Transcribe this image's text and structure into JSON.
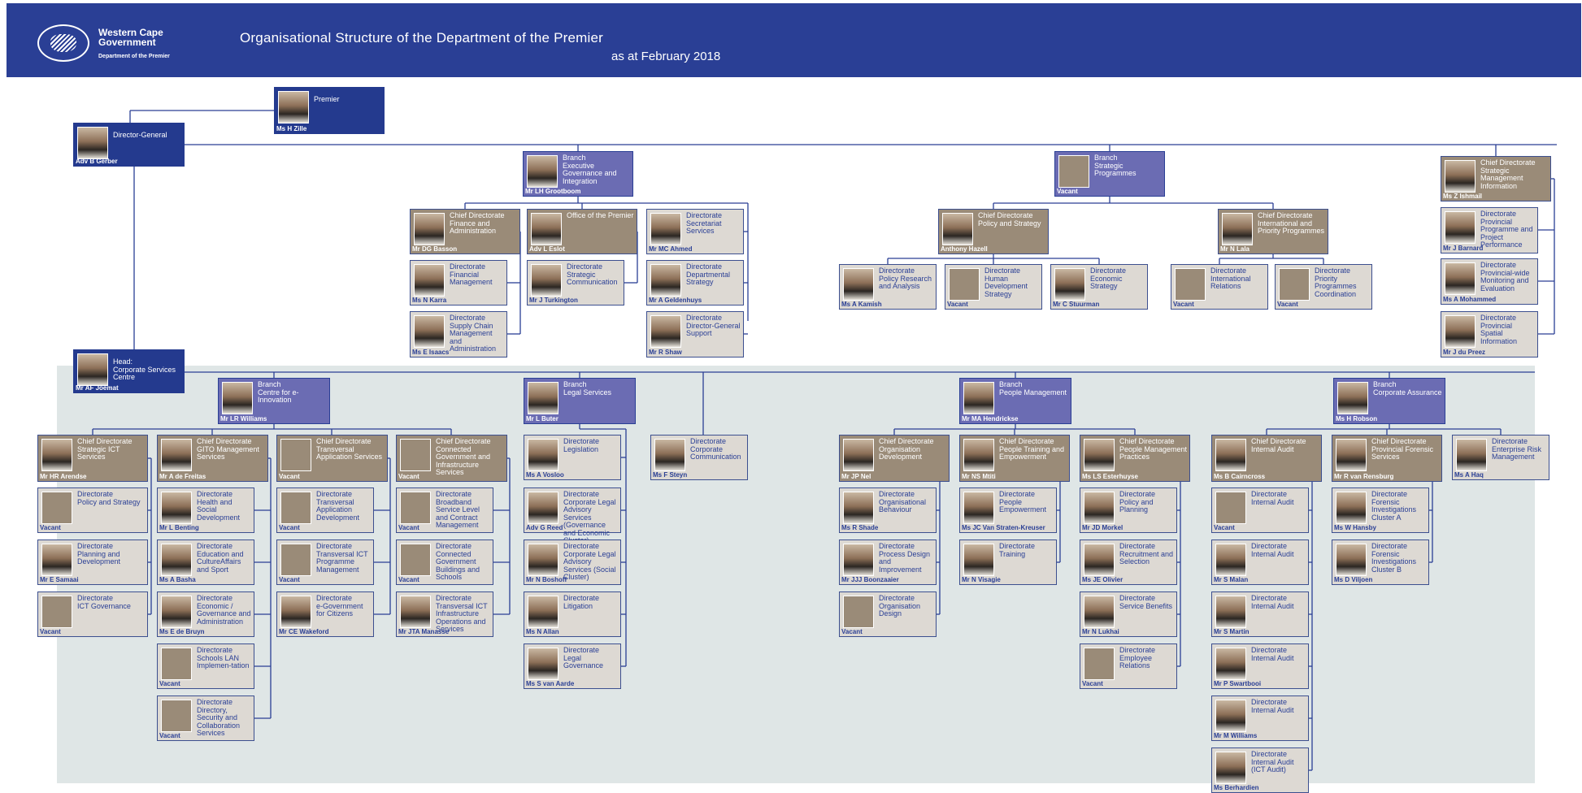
{
  "header": {
    "logo_line1": "Western Cape",
    "logo_line2": "Government",
    "logo_sub": "Department of the Premier",
    "title": "Organisational Structure of the Department of the Premier",
    "subtitle": "as at February 2018"
  },
  "nodes": [
    {
      "label": "Premier",
      "name": "Ms H Zille"
    },
    {
      "label": "Director-General",
      "name": "Adv B Gerber"
    },
    {
      "label": "Branch\nExecutive Governance and Integration",
      "name": "Mr LH Grootboom"
    },
    {
      "label": "Branch\nStrategic Programmes",
      "name": "Vacant"
    },
    {
      "label": "Chief Directorate\nStrategic Management Information",
      "name": "Ms Z Ishmail"
    },
    {
      "label": "Chief Directorate\nFinance and Administration",
      "name": "Mr DG Basson"
    },
    {
      "label": "Office of the Premier",
      "name": "Adv L Eslot"
    },
    {
      "label": "Directorate\nSecretariat Services",
      "name": "Mr MC Ahmed"
    },
    {
      "label": "Directorate\nFinancial Management",
      "name": "Ms N Karra"
    },
    {
      "label": "Directorate\nStrategic Communication",
      "name": "Mr J Turkington"
    },
    {
      "label": "Directorate\nDepartmental Strategy",
      "name": "Mr A Geldenhuys"
    },
    {
      "label": "Directorate\nSupply Chain Management and Administration",
      "name": "Ms E Isaacs"
    },
    {
      "label": "Directorate\nDirector-General Support",
      "name": "Mr R Shaw"
    },
    {
      "label": "Chief Directorate\nPolicy and Strategy",
      "name": "Anthony Hazell"
    },
    {
      "label": "Chief Directorate\nInternational and Priority Programmes",
      "name": "Mr N Lala"
    },
    {
      "label": "Directorate\nPolicy Research and Analysis",
      "name": "Ms A Kamish"
    },
    {
      "label": "Directorate\nHuman Development Strategy",
      "name": "Vacant"
    },
    {
      "label": "Directorate\nEconomic Strategy",
      "name": "Mr C Stuurman"
    },
    {
      "label": "Directorate\nInternational Relations",
      "name": "Vacant"
    },
    {
      "label": "Directorate\nPriority Programmes Coordination",
      "name": "Vacant"
    },
    {
      "label": "Directorate\nProvincial Programme and Project Performance",
      "name": "Mr J Barnard"
    },
    {
      "label": "Directorate\nProvincial-wide Monitoring and Evaluation",
      "name": "Ms A Mohammed"
    },
    {
      "label": "Directorate\nProvincial Spatial Information",
      "name": "Mr J du Preez"
    },
    {
      "label": "Head:\nCorporate Services Centre",
      "name": "Mr AF Joemat"
    },
    {
      "label": "Branch\nCentre for e-Innovation",
      "name": "Mr LR Williams"
    },
    {
      "label": "Branch\nLegal Services",
      "name": "Mr L Buter"
    },
    {
      "label": "Branch\nPeople Management",
      "name": "Mr MA Hendrickse"
    },
    {
      "label": "Branch\nCorporate Assurance",
      "name": "Ms H Robson"
    },
    {
      "label": "Chief Directorate\nStrategic ICT Services",
      "name": "Mr HR Arendse"
    },
    {
      "label": "Chief Directorate\nGITO Management Services",
      "name": "Mr A de Freitas"
    },
    {
      "label": "Chief Directorate\nTransversal Application Services",
      "name": "Vacant"
    },
    {
      "label": "Chief Directorate\nConnected Government and Infrastructure Services",
      "name": "Vacant"
    },
    {
      "label": "Directorate\nPolicy and Strategy",
      "name": "Vacant"
    },
    {
      "label": "Directorate\nPlanning and Development",
      "name": "Mr E Samaai"
    },
    {
      "label": "Directorate\nICT Governance",
      "name": "Vacant"
    },
    {
      "label": "Directorate\nHealth and Social Development",
      "name": "Mr L Benting"
    },
    {
      "label": "Directorate\nEducation and CultureAffairs and Sport",
      "name": "Ms A Basha"
    },
    {
      "label": "Directorate\nEconomic / Governance and Administration",
      "name": "Ms E de Bruyn"
    },
    {
      "label": "Directorate\nSchools LAN Implemen-tation",
      "name": "Vacant"
    },
    {
      "label": "Directorate\nDirectory, Security and Collaboration Services",
      "name": "Vacant"
    },
    {
      "label": "Directorate\nTransversal Application Development",
      "name": "Vacant"
    },
    {
      "label": "Directorate\nTransversal ICT Programme Management",
      "name": "Vacant"
    },
    {
      "label": "Directorate\ne-Government for Citizens",
      "name": "Mr CE Wakeford"
    },
    {
      "label": "Directorate\nBroadband Service Level and Contract Management",
      "name": "Vacant"
    },
    {
      "label": "Directorate\nConnected Government Buildings and Schools",
      "name": "Vacant"
    },
    {
      "label": "Directorate\nTransversal ICT Infrastructure Operations and Services",
      "name": "Mr JTA Manasse"
    },
    {
      "label": "Directorate\nLegislation",
      "name": "Ms A Vosloo"
    },
    {
      "label": "Directorate\nCorporate Legal Advisory Services (Governance and Economic Cluster)",
      "name": "Adv G Reed"
    },
    {
      "label": "Directorate\nCorporate Legal Advisory Services (Social Cluster)",
      "name": "Mr N Boshoff"
    },
    {
      "label": "Directorate\nLitigation",
      "name": "Ms N Allan"
    },
    {
      "label": "Directorate\nLegal Governance",
      "name": "Ms S van Aarde"
    },
    {
      "label": "Directorate\nCorporate Communication",
      "name": "Ms F Steyn"
    },
    {
      "label": "Chief Directorate\nOrganisation Development",
      "name": "Mr JP Nel"
    },
    {
      "label": "Chief Directorate\nPeople Training and Empowerment",
      "name": "Mr NS Mtiti"
    },
    {
      "label": "Chief Directorate\nPeople Management Practices",
      "name": "Ms LS Esterhuyse"
    },
    {
      "label": "Directorate\nOrganisational Behaviour",
      "name": "Ms R Shade"
    },
    {
      "label": "Directorate\nProcess Design and Improvement",
      "name": "Mr JJJ Boonzaaier"
    },
    {
      "label": "Directorate\nOrganisation Design",
      "name": "Vacant"
    },
    {
      "label": "Directorate\nPeople Empowerment",
      "name": "Ms JC Van Straten-Kreuser"
    },
    {
      "label": "Directorate\nTraining",
      "name": "Mr N Visagie"
    },
    {
      "label": "Directorate\nPolicy and Planning",
      "name": "Mr JD Morkel"
    },
    {
      "label": "Directorate\nRecruitment and Selection",
      "name": "Ms JE Olivier"
    },
    {
      "label": "Directorate\nService Benefits",
      "name": "Mr N Lukhai"
    },
    {
      "label": "Directorate\nEmployee Relations",
      "name": "Vacant"
    },
    {
      "label": "Chief Directorate\nInternal Audit",
      "name": "Ms B Cairncross"
    },
    {
      "label": "Chief Directorate\nProvincial Forensic Services",
      "name": "Mr R van Rensburg"
    },
    {
      "label": "Directorate\nEnterprise Risk Management",
      "name": "Ms A Haq"
    },
    {
      "label": "Directorate\nInternal Audit",
      "name": "Vacant"
    },
    {
      "label": "Directorate\nInternal Audit",
      "name": "Mr S Malan"
    },
    {
      "label": "Directorate\nInternal Audit",
      "name": "Mr S Martin"
    },
    {
      "label": "Directorate\nInternal Audit",
      "name": "Mr P Swartbooi"
    },
    {
      "label": "Directorate\nInternal Audit",
      "name": "Mr M Williams"
    },
    {
      "label": "Directorate\nInternal Audit (ICT Audit)",
      "name": "Ms Berhardien"
    },
    {
      "label": "Directorate\nForensic Investigations Cluster A",
      "name": "Ms W Hansby"
    },
    {
      "label": "Directorate\nForensic Investigations Cluster B",
      "name": "Ms D Viljoen"
    }
  ],
  "colors": {
    "header_bg": "#2a3f95",
    "branch_node": "#6b6cb3",
    "chief_directorate_node": "#9a8b78",
    "directorate_node": "#ddd9d3",
    "panel_bg": "#dfe6e6",
    "connector": "#2a3f95"
  }
}
